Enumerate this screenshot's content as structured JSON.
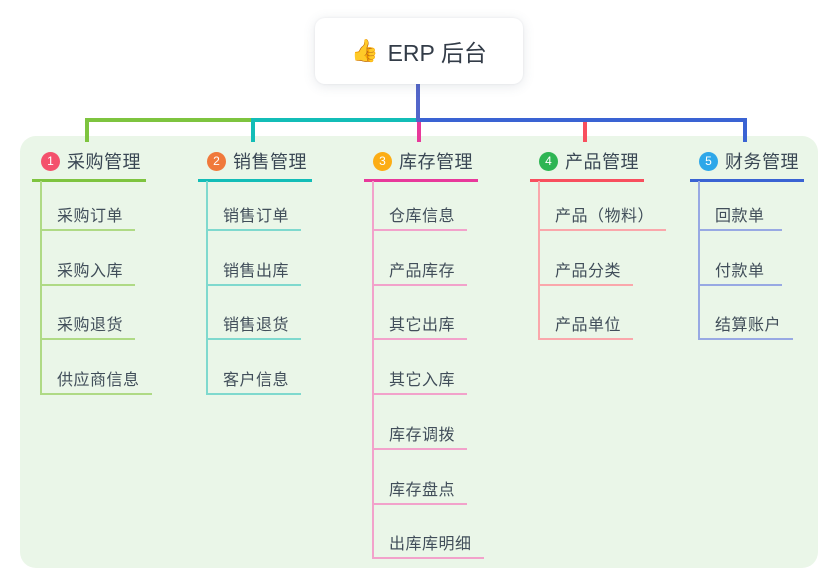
{
  "root": {
    "icon_glyph": "👍",
    "label": "ERP 后台"
  },
  "colors": {
    "panel_bg": "#EAF6E8",
    "card_bg": "#FFFFFF",
    "root_text": "#333C48",
    "title_text": "#3A4754",
    "child_text": "#414E5A",
    "root_line": "#5366CA"
  },
  "branches": [
    {
      "number": "1",
      "label": "采购管理",
      "badge_color": "#F4516C",
      "line_color": "#7EC43F",
      "child_line_color": "#AFDA85",
      "children": [
        "采购订单",
        "采购入库",
        "采购退货",
        "供应商信息"
      ]
    },
    {
      "number": "2",
      "label": "销售管理",
      "badge_color": "#F0793B",
      "line_color": "#13BDB7",
      "child_line_color": "#7FD9CE",
      "children": [
        "销售订单",
        "销售出库",
        "销售退货",
        "客户信息"
      ]
    },
    {
      "number": "3",
      "label": "库存管理",
      "badge_color": "#FCAD15",
      "line_color": "#E8399B",
      "child_line_color": "#F2A2CB",
      "children": [
        "仓库信息",
        "产品库存",
        "其它出库",
        "其它入库",
        "库存调拨",
        "库存盘点",
        "出库库明细"
      ]
    },
    {
      "number": "4",
      "label": "产品管理",
      "badge_color": "#2EB553",
      "line_color": "#F84F5E",
      "child_line_color": "#FAA7AB",
      "children": [
        "产品（物料）",
        "产品分类",
        "产品单位"
      ]
    },
    {
      "number": "5",
      "label": "财务管理",
      "badge_color": "#2EA7E9",
      "line_color": "#3A63D3",
      "child_line_color": "#98A9E3",
      "children": [
        "回款单",
        "付款单",
        "结算账户"
      ]
    }
  ]
}
